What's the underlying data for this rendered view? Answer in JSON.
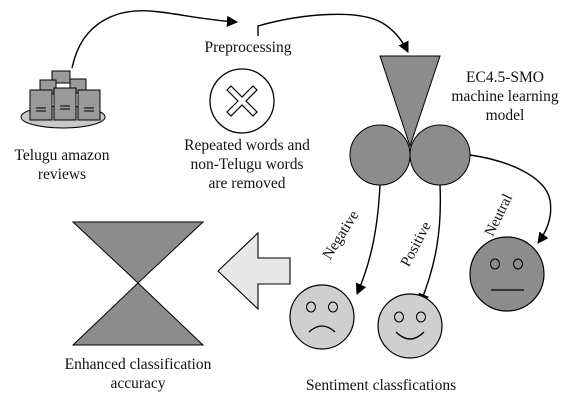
{
  "colors": {
    "shape_fill": "#8c8c8c",
    "face_fill": "#cfcfcf",
    "server_fill": "#9a9a9a",
    "arrow_fill": "#e8e8e8",
    "line": "#000000"
  },
  "nodes": {
    "source": {
      "line1": "Telugu amazon",
      "line2": "reviews",
      "icon": "server-stack-icon"
    },
    "preprocessing": {
      "title": "Preprocessing",
      "icon": "remove-x-icon",
      "desc_line1": "Repeated words and",
      "desc_line2": "non-Telugu words",
      "desc_line3": "are removed"
    },
    "model": {
      "line1": "EC4.5-SMO",
      "line2": "machine learning",
      "line3": "model",
      "icon": "funnel-rollers-icon"
    },
    "branches": {
      "negative": {
        "label": "Negative",
        "icon": "sad-face-icon"
      },
      "positive": {
        "label": "Positive",
        "icon": "happy-face-icon"
      },
      "neutral": {
        "label": "Neutral",
        "icon": "neutral-face-icon"
      }
    },
    "sentiment_caption": "Sentiment classfications",
    "result": {
      "line1": "Enhanced classification",
      "line2": "accuracy",
      "icon": "hourglass-icon"
    }
  },
  "connectors": [
    "source-to-preprocessing",
    "preprocessing-to-model",
    "model-to-negative",
    "model-to-positive",
    "model-to-neutral",
    "sentiment-to-result"
  ]
}
